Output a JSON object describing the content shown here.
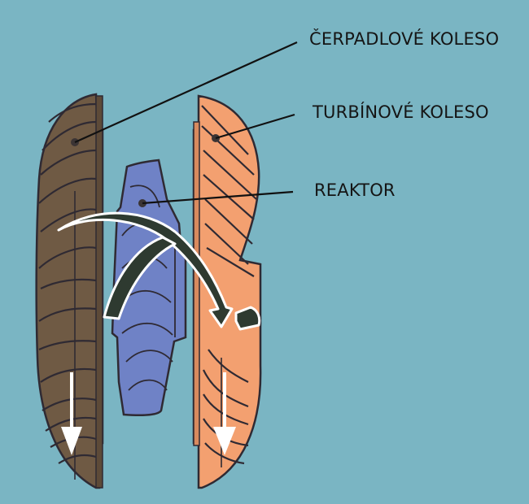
{
  "labels": {
    "pump_wheel": "ČERPADLOVÉ KOLESO",
    "turbine_wheel": "TURBÍNOVÉ KOLESO",
    "reactor": "REAKTOR"
  },
  "colors": {
    "background": "#7ab5c3",
    "pump_wheel": "#6f5a44",
    "turbine_wheel": "#f3a070",
    "reactor": "#6f82c6",
    "flow_arrow": "#2e3a30",
    "direction_arrow": "#ffffff",
    "outline": "#2f2a33"
  }
}
